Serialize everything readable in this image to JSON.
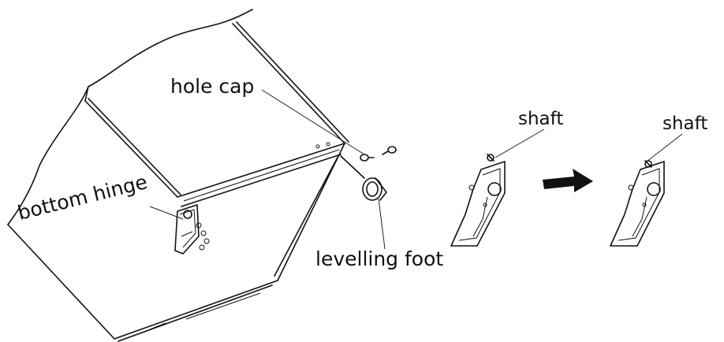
{
  "labels": {
    "hole_cap": "hole cap",
    "bottom_hinge": "bottom hinge",
    "levelling_foot": "levelling foot",
    "shaft_before": "shaft",
    "shaft_after": "shaft"
  },
  "icons": {
    "arrow": "right-arrow-icon"
  },
  "colors": {
    "line": "#111111",
    "background": "#ffffff"
  }
}
